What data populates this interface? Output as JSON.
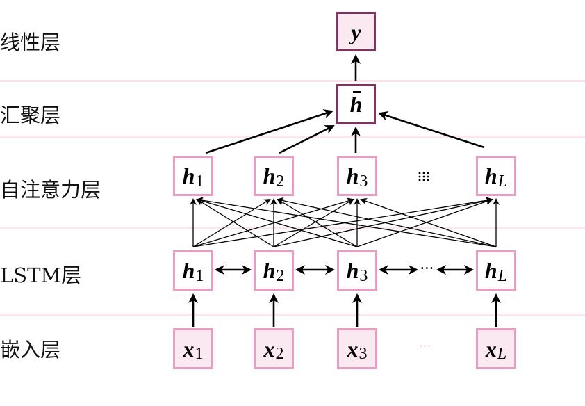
{
  "layers": [
    {
      "id": "linear",
      "label": "线性层"
    },
    {
      "id": "pooling",
      "label": "汇聚层"
    },
    {
      "id": "self-attention",
      "label": "自注意力层"
    },
    {
      "id": "lstm",
      "label": "LSTM层"
    },
    {
      "id": "embedding",
      "label": "嵌入层"
    }
  ],
  "nodes": {
    "output": {
      "symbol": "y",
      "sub": ""
    },
    "pooled": {
      "symbol": "h",
      "sub": "",
      "overbar": true
    },
    "attention": [
      {
        "symbol": "h",
        "sub": "1"
      },
      {
        "symbol": "h",
        "sub": "2"
      },
      {
        "symbol": "h",
        "sub": "3"
      },
      {
        "symbol": "h",
        "sub": "L"
      }
    ],
    "lstm": [
      {
        "symbol": "h",
        "sub": "1"
      },
      {
        "symbol": "h",
        "sub": "2"
      },
      {
        "symbol": "h",
        "sub": "3"
      },
      {
        "symbol": "h",
        "sub": "L"
      }
    ],
    "embedding": [
      {
        "symbol": "x",
        "sub": "1"
      },
      {
        "symbol": "x",
        "sub": "2"
      },
      {
        "symbol": "x",
        "sub": "3"
      },
      {
        "symbol": "x",
        "sub": "L"
      }
    ]
  },
  "ellipsis": {
    "attention": "⋮⋮⋮",
    "lstm": "···",
    "embedding": "···"
  },
  "colors": {
    "box_border": "#e89ec0",
    "box_border_dark": "#7f3560",
    "box_fill": "#fbe9f2",
    "separator": "#fbe6ee",
    "ellipsis_embedding": "#f0a6c4"
  }
}
